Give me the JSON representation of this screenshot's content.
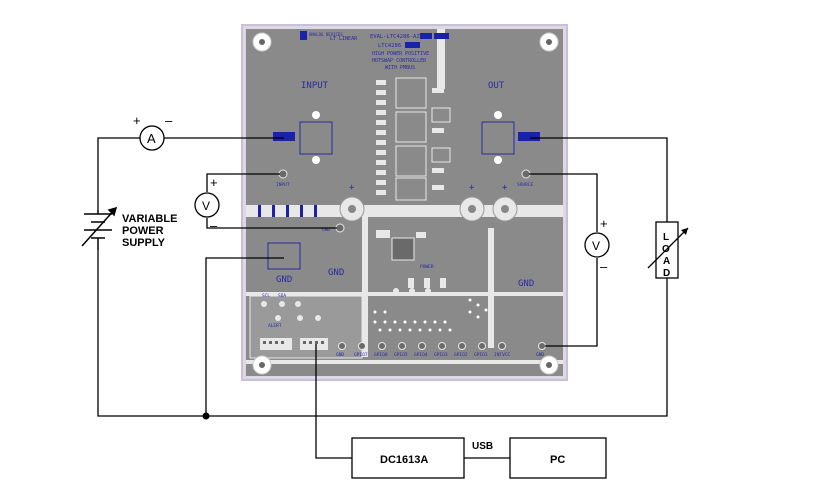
{
  "board": {
    "logo_analog": "ANALOG DEVICES",
    "logo_lt": "LT LINEAR",
    "title_line1": "EVAL-LTC4286-AZ",
    "title_line2": "LTC4286",
    "title_line3": "HIGH POWER POSITIVE",
    "title_line4": "HOTSWAP CONTROLLER",
    "title_line5": "WITH PMBUS",
    "input_label": "INPUT",
    "out_label": "OUT",
    "input_pad": "INPUT",
    "source_pad": "SOURCE",
    "gnd_pad_label": "GND",
    "gnd_left": "GND",
    "gnd_mid": "GND",
    "gnd_right": "GND",
    "scl": "SCL",
    "sda": "SDA",
    "alert": "ALERT",
    "power": "POWER",
    "gpio_labels": [
      "GND",
      "GPIO7",
      "GPIO8",
      "GPIO5",
      "GPIO4",
      "GPIO3",
      "GPIO2",
      "GPIO1",
      "INTVCC",
      "GND"
    ]
  },
  "external": {
    "ammeter": "A",
    "voltmeter_left": "V",
    "voltmeter_right": "V",
    "plus": "+",
    "minus": "–",
    "supply_line1": "VARIABLE",
    "supply_line2": "POWER",
    "supply_line3": "SUPPLY",
    "load_letters": [
      "L",
      "O",
      "A",
      "D"
    ],
    "dc1613a": "DC1613A",
    "usb": "USB",
    "pc": "PC"
  },
  "colors": {
    "board_fill": "#8a8a8a",
    "board_stripe": "#e8e8e8",
    "board_border": "#c8c0d8",
    "pad_blue": "#1a22a8",
    "silk_blue": "#2a2aa0",
    "wire": "#000000"
  }
}
